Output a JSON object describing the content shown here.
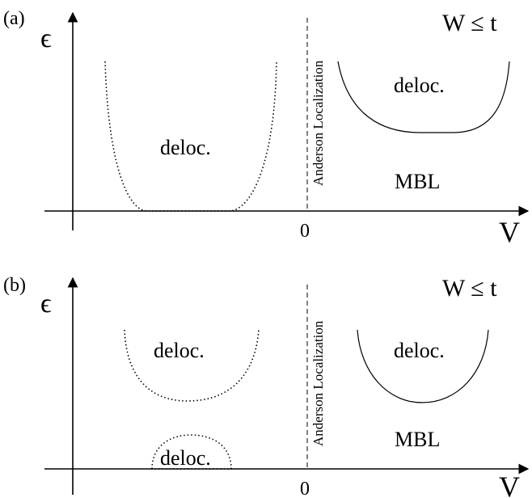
{
  "panels": [
    {
      "id": "a",
      "panel_label": "(a)",
      "y_axis_label": "ϵ",
      "x_axis_label": "V",
      "origin_tick": "0",
      "condition": "W ≤ t",
      "transition_label": "Anderson Localization",
      "region_labels": [
        "deloc.",
        "deloc.",
        "MBL"
      ]
    },
    {
      "id": "b",
      "panel_label": "(b)",
      "y_axis_label": "ϵ",
      "x_axis_label": "V",
      "origin_tick": "0",
      "condition": "W ≤ t",
      "transition_label": "Anderson Localization",
      "region_labels": [
        "deloc.",
        "deloc.",
        "deloc.",
        "MBL"
      ]
    }
  ]
}
